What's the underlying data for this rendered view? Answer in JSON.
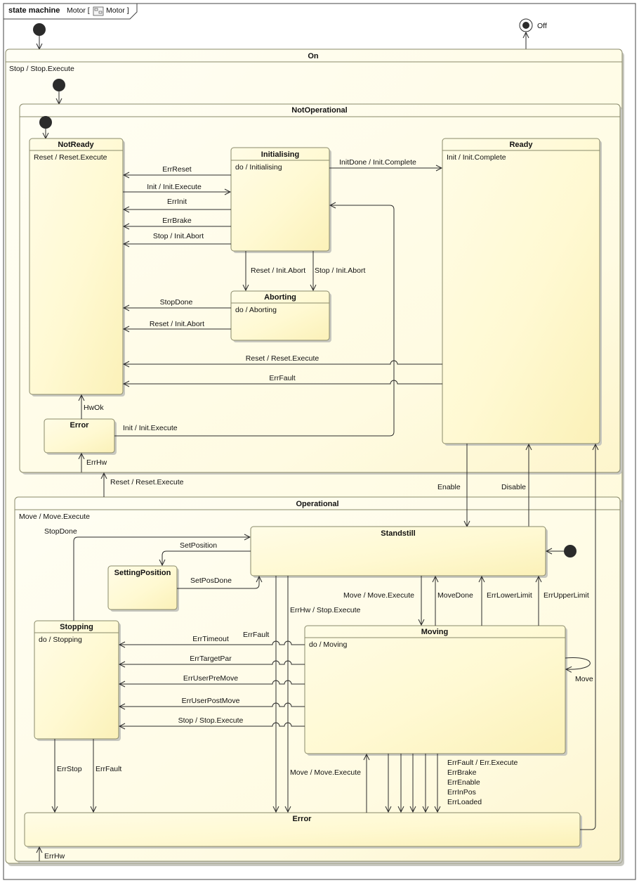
{
  "frame": {
    "kind": "state machine",
    "name": "Motor",
    "classifier": "Motor"
  },
  "states": {
    "off": "Off",
    "on": {
      "name": "On",
      "internal": "Stop / Stop.Execute"
    },
    "not_operational": "NotOperational",
    "not_ready": {
      "name": "NotReady",
      "internal": "Reset / Reset.Execute"
    },
    "initialising": {
      "name": "Initialising",
      "internal": "do / Initialising"
    },
    "ready": {
      "name": "Ready",
      "internal": "Init / Init.Complete"
    },
    "aborting": {
      "name": "Aborting",
      "internal": "do / Aborting"
    },
    "error_top": "Error",
    "operational": {
      "name": "Operational",
      "internal": "Move / Move.Execute"
    },
    "standstill": "Standstill",
    "setting_position": "SettingPosition",
    "stopping": {
      "name": "Stopping",
      "internal": "do / Stopping"
    },
    "moving": {
      "name": "Moving",
      "internal": "do / Moving"
    },
    "error_bottom": "Error"
  },
  "transitions": {
    "err_reset": "ErrReset",
    "init_execute": "Init / Init.Execute",
    "err_init": "ErrInit",
    "err_brake": "ErrBrake",
    "stop_init_abort": "Stop / Init.Abort",
    "init_done": "InitDone / Init.Complete",
    "reset_init_abort_down": "Reset / Init.Abort",
    "stop_init_abort_down": "Stop / Init.Abort",
    "stop_done": "StopDone",
    "reset_init_abort": "Reset / Init.Abort",
    "reset_reset_execute_ready": "Reset / Reset.Execute",
    "err_fault_ready": "ErrFault",
    "hw_ok": "HwOk",
    "error_init_execute": "Init / Init.Execute",
    "err_hw_top": "ErrHw",
    "reset_reset_execute_op": "Reset / Reset.Execute",
    "enable": "Enable",
    "disable": "Disable",
    "stop_done_op": "StopDone",
    "set_position": "SetPosition",
    "set_pos_done": "SetPosDone",
    "move_move_execute": "Move / Move.Execute",
    "move_done": "MoveDone",
    "err_lower_limit": "ErrLowerLimit",
    "err_upper_limit": "ErrUpperLimit",
    "err_hw_stop_execute": "ErrHw / Stop.Execute",
    "err_fault_moving": "ErrFault",
    "err_timeout": "ErrTimeout",
    "err_target_par": "ErrTargetPar",
    "err_user_pre_move": "ErrUserPreMove",
    "err_user_post_move": "ErrUserPostMove",
    "stop_stop_execute": "Stop / Stop.Execute",
    "move_self": "Move",
    "err_stop": "ErrStop",
    "err_fault_stopping": "ErrFault",
    "move_move_execute_error": "Move / Move.Execute",
    "err_fault_err_execute": "ErrFault / Err.Execute",
    "err_brake_moving": "ErrBrake",
    "err_enable": "ErrEnable",
    "err_in_pos": "ErrInPos",
    "err_loaded": "ErrLoaded",
    "err_hw_bottom": "ErrHw"
  }
}
